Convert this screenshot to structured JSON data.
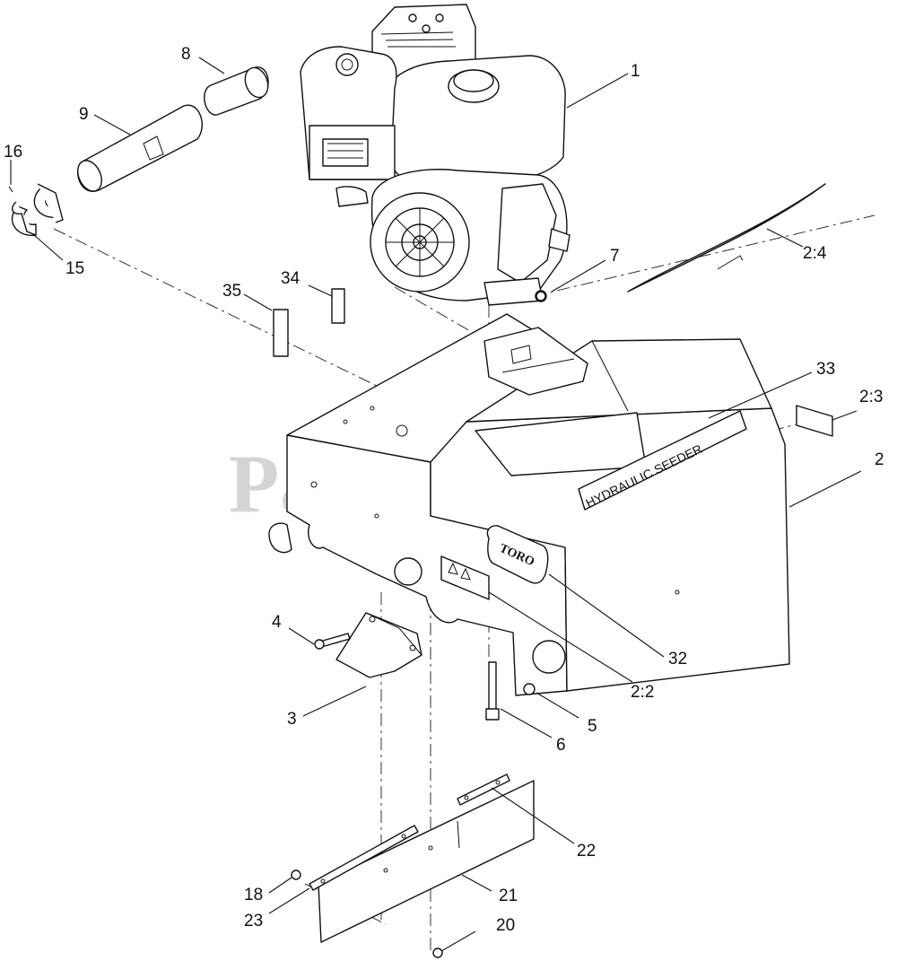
{
  "watermark": "PartsTree",
  "decal_texts": {
    "hydraulic_seeder": "HYDRAULIC SEEDER",
    "brand_logo": "TORO"
  },
  "callouts": [
    {
      "id": "c1",
      "label": "1"
    },
    {
      "id": "c2",
      "label": "2"
    },
    {
      "id": "c2-2",
      "label": "2:2"
    },
    {
      "id": "c2-3",
      "label": "2:3"
    },
    {
      "id": "c2-4",
      "label": "2:4"
    },
    {
      "id": "c3",
      "label": "3"
    },
    {
      "id": "c4",
      "label": "4"
    },
    {
      "id": "c5",
      "label": "5"
    },
    {
      "id": "c6",
      "label": "6"
    },
    {
      "id": "c7",
      "label": "7"
    },
    {
      "id": "c8",
      "label": "8"
    },
    {
      "id": "c9",
      "label": "9"
    },
    {
      "id": "c15",
      "label": "15"
    },
    {
      "id": "c16",
      "label": "16"
    },
    {
      "id": "c18",
      "label": "18"
    },
    {
      "id": "c20",
      "label": "20"
    },
    {
      "id": "c21",
      "label": "21"
    },
    {
      "id": "c22",
      "label": "22"
    },
    {
      "id": "c23",
      "label": "23"
    },
    {
      "id": "c32",
      "label": "32"
    },
    {
      "id": "c33",
      "label": "33"
    },
    {
      "id": "c34",
      "label": "34"
    },
    {
      "id": "c35",
      "label": "35"
    }
  ]
}
